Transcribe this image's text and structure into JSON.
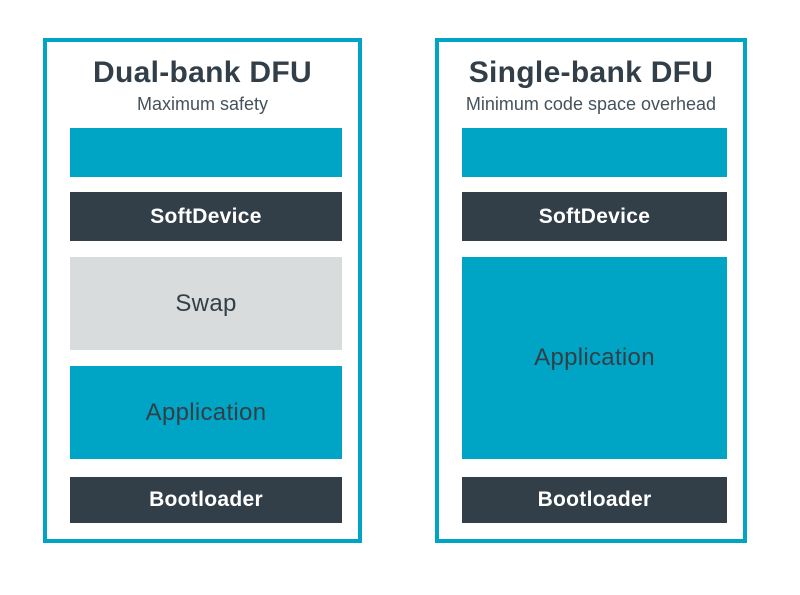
{
  "colors": {
    "accent": "#00a4c4",
    "dark": "#333f48",
    "gray": "#d9dcdd",
    "subtitle": "#45525c",
    "bg": "#ffffff"
  },
  "panels": [
    {
      "title": "Dual-bank DFU",
      "subtitle": "Maximum safety",
      "blocks": [
        {
          "label": "",
          "kind": "free-space"
        },
        {
          "label": "SoftDevice",
          "kind": "softdevice"
        },
        {
          "label": "Swap",
          "kind": "swap"
        },
        {
          "label": "Application",
          "kind": "application"
        },
        {
          "label": "Bootloader",
          "kind": "bootloader"
        }
      ]
    },
    {
      "title": "Single-bank DFU",
      "subtitle": "Minimum code space overhead",
      "blocks": [
        {
          "label": "",
          "kind": "free-space"
        },
        {
          "label": "SoftDevice",
          "kind": "softdevice"
        },
        {
          "label": "Application",
          "kind": "application"
        },
        {
          "label": "Bootloader",
          "kind": "bootloader"
        }
      ]
    }
  ]
}
